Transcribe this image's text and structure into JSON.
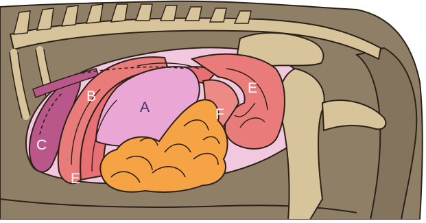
{
  "colors": {
    "background": "#ffffff",
    "body_brown": "#8f7f67",
    "bone": "#d8c49a",
    "peritoneum": "#f2c8de",
    "organ_a": "#eaa6d4",
    "intestine_red": "#ea7b7b",
    "organ_c": "#b9578b",
    "small_intestine": "#f6a346",
    "outline": "#2b2118"
  },
  "labels": {
    "a": "A",
    "b": "B",
    "c": "C",
    "e_upper": "E",
    "e_lower": "E",
    "f": "F"
  }
}
